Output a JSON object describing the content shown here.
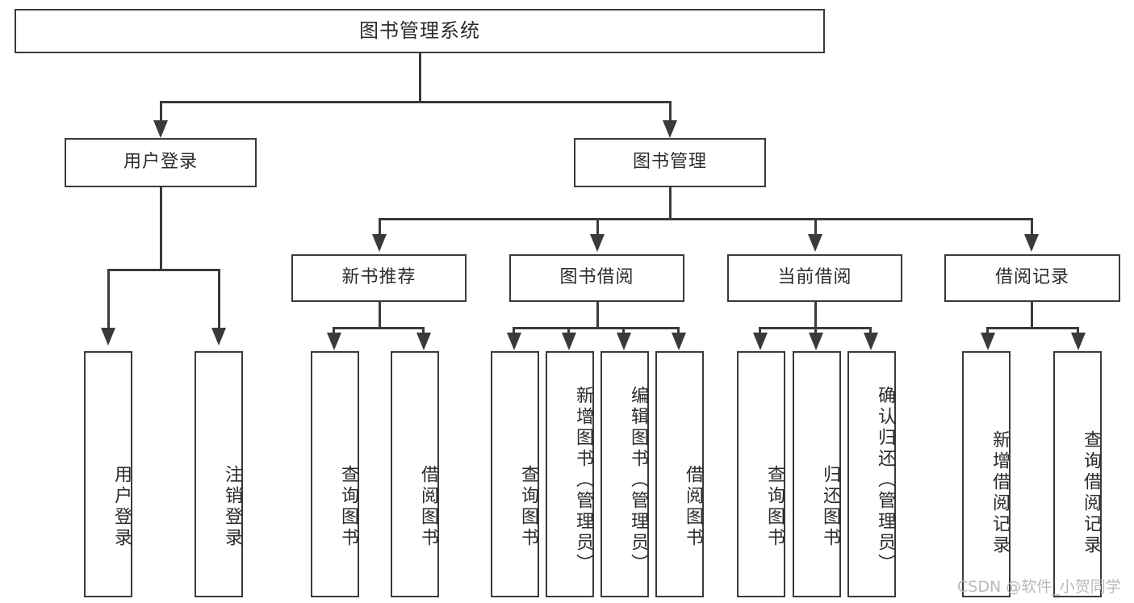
{
  "diagram": {
    "title": "图书管理系统",
    "type": "hierarchy-tree",
    "orientation": "top-down",
    "levels": 4
  },
  "root": {
    "label": "图书管理系统"
  },
  "level2": [
    {
      "label": "用户登录"
    },
    {
      "label": "图书管理"
    }
  ],
  "level3": [
    {
      "label": "新书推荐"
    },
    {
      "label": "图书借阅"
    },
    {
      "label": "当前借阅"
    },
    {
      "label": "借阅记录"
    }
  ],
  "leaves": {
    "user_login": [
      {
        "label": "用户登录"
      },
      {
        "label": "注销登录"
      }
    ],
    "new_book_recommend": [
      {
        "label": "查询图书"
      },
      {
        "label": "借阅图书"
      }
    ],
    "book_borrow": [
      {
        "label": "查询图书"
      },
      {
        "label": "新增图书（管理员）"
      },
      {
        "label": "编辑图书（管理员）"
      },
      {
        "label": "借阅图书"
      }
    ],
    "current_borrow": [
      {
        "label": "查询图书"
      },
      {
        "label": "归还图书"
      },
      {
        "label": "确认归还（管理员）"
      }
    ],
    "borrow_record": [
      {
        "label": "新增借阅记录"
      },
      {
        "label": "查询借阅记录"
      }
    ]
  },
  "watermark": {
    "text": "CSDN @软件_小贺同学"
  },
  "colors": {
    "stroke": "#3a3a3a",
    "text": "#2b2b2b",
    "background": "#ffffff",
    "watermark": "#b9b9b9"
  }
}
